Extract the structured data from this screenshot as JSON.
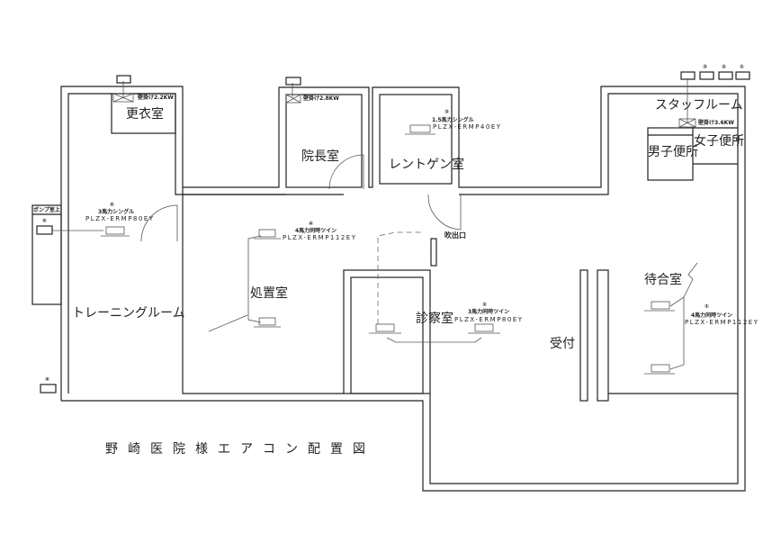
{
  "title": "野崎医院様エアコン配置図",
  "rooms": {
    "training": "トレーニングルーム",
    "changing": "更衣室",
    "director": "院長室",
    "xray": "レントゲン室",
    "staff": "スタッフルーム",
    "womens_toilet": "女子便所",
    "mens_toilet": "男子便所",
    "treatment": "処置室",
    "exam": "診察室",
    "reception": "受付",
    "waiting": "待合室",
    "pump_room": "ポンプ室上"
  },
  "labels": {
    "outlet": "吹出口",
    "wall_changing": "壁掛け2.2KW",
    "wall_director": "壁掛け2.8KW",
    "wall_staff": "壁掛け3.6KW"
  },
  "units": [
    {
      "num": "①",
      "spec": "4馬力同時ツイン",
      "model": "PLZX-ERMP112EY"
    },
    {
      "num": "②",
      "spec": "3馬力同時ツイン",
      "model": "PLZX-ERMP80EY"
    },
    {
      "num": "③",
      "spec": "1.5馬力シングル",
      "model": "PLZX-ERMP40EY"
    },
    {
      "num": "④",
      "spec": "4馬力同時ツイン",
      "model": "PLZX-ERMP112EY"
    },
    {
      "num": "⑤",
      "spec": "3馬力シングル",
      "model": "PLZX-ERMP80EY"
    }
  ],
  "outdoor_labels": [
    "③",
    "②",
    "①",
    "④",
    "⑤"
  ]
}
